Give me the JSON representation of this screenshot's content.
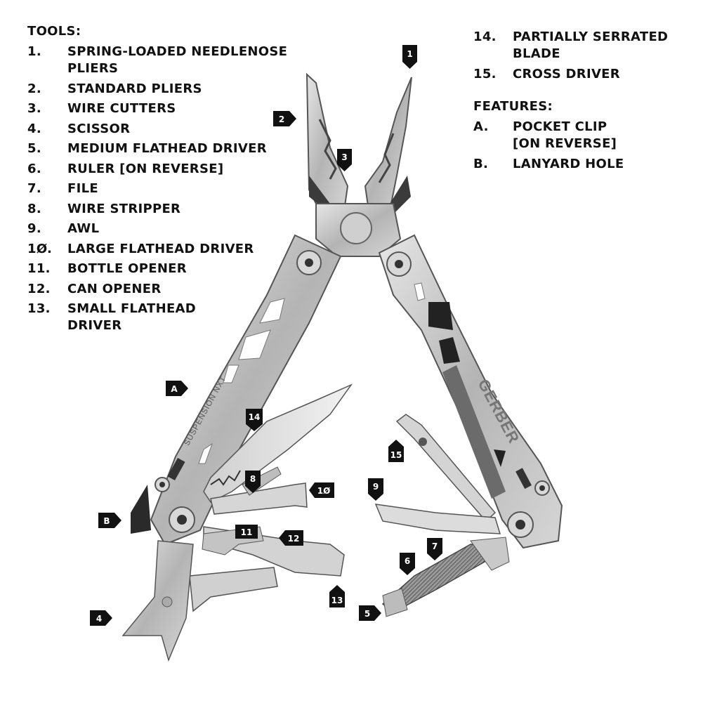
{
  "tools": {
    "heading": "TOOLS:",
    "items": [
      {
        "num": "1.",
        "text": "SPRING-LOADED NEEDLENOSE\nPLIERS"
      },
      {
        "num": "2.",
        "text": "STANDARD PLIERS"
      },
      {
        "num": "3.",
        "text": "WIRE CUTTERS"
      },
      {
        "num": "4.",
        "text": "SCISSOR"
      },
      {
        "num": "5.",
        "text": "MEDIUM FLATHEAD DRIVER"
      },
      {
        "num": "6.",
        "text": "RULER [ON REVERSE]"
      },
      {
        "num": "7.",
        "text": "FILE"
      },
      {
        "num": "8.",
        "text": "WIRE STRIPPER"
      },
      {
        "num": "9.",
        "text": "AWL"
      },
      {
        "num": "1Ø.",
        "text": "LARGE FLATHEAD DRIVER"
      },
      {
        "num": "11.",
        "text": "BOTTLE OPENER"
      },
      {
        "num": "12.",
        "text": "CAN OPENER"
      },
      {
        "num": "13.",
        "text": "SMALL FLATHEAD\nDRIVER"
      }
    ],
    "extra_items": [
      {
        "num": "14.",
        "text": "PARTIALLY SERRATED\nBLADE"
      },
      {
        "num": "15.",
        "text": "CROSS DRIVER"
      }
    ]
  },
  "features": {
    "heading": "FEATURES:",
    "items": [
      {
        "num": "A.",
        "text": "POCKET CLIP\n[ON REVERSE]"
      },
      {
        "num": "B.",
        "text": "LANYARD HOLE"
      }
    ]
  },
  "illustration": {
    "brand": "GERBER",
    "model": "SUSPENSION NXT",
    "callouts": [
      "1",
      "2",
      "3",
      "4",
      "5",
      "6",
      "7",
      "8",
      "9",
      "1Ø",
      "11",
      "12",
      "13",
      "14",
      "15",
      "A",
      "B"
    ]
  }
}
